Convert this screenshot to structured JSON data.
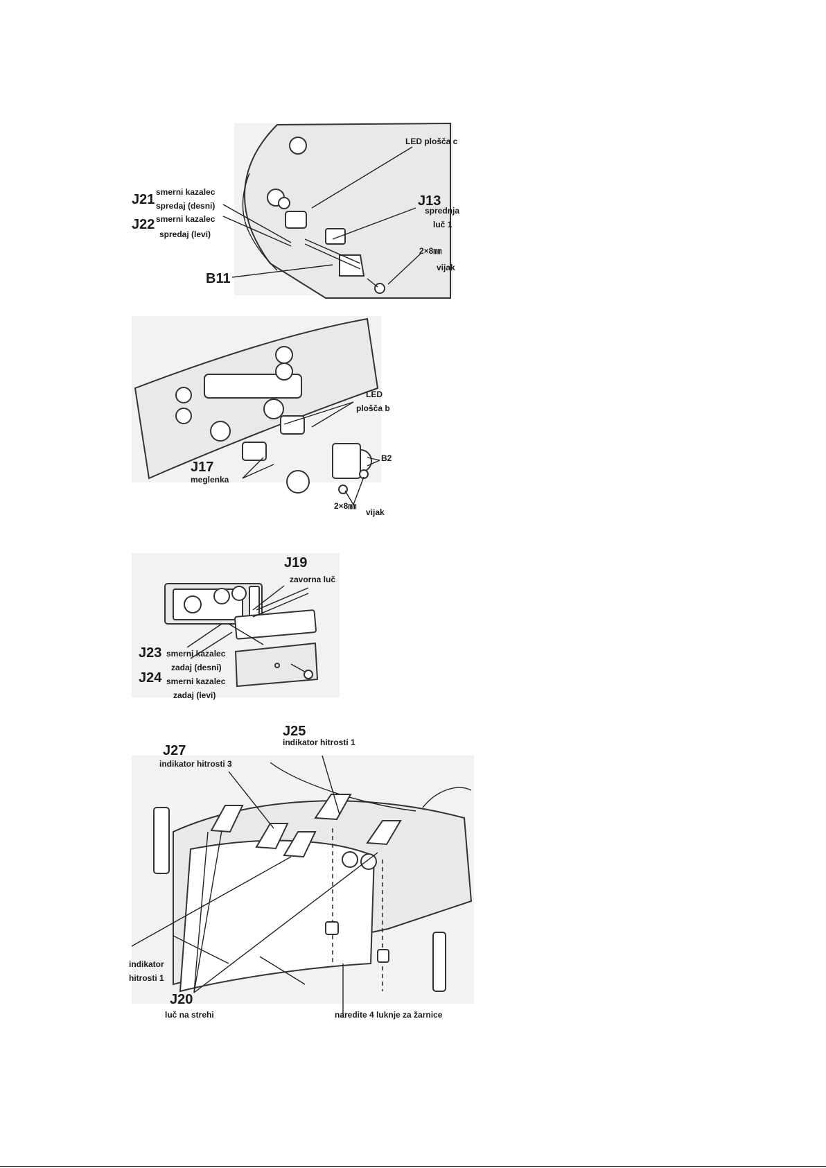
{
  "panel1": {
    "led_c": "LED plošča c",
    "j21_code": "J21",
    "j21_line1": "smerni kazalec",
    "j21_line2": "spredaj (desni)",
    "j22_code": "J22",
    "j22_line1": "smerni kazalec",
    "j22_line2": "spredaj (levi)",
    "j13_code": "J13",
    "j13_line1": "sprednja",
    "j13_line2": "luč 1",
    "screw_size": "2×8㎜",
    "screw_label": "vijak",
    "b11_code": "B11"
  },
  "panel2": {
    "led_b_line1": "LED",
    "led_b_line2": "plošča b",
    "b2_code": "B2",
    "j17_code": "J17",
    "j17_label": "meglenka",
    "screw_size": "2×8㎜",
    "screw_label": "vijak"
  },
  "panel3": {
    "j19_code": "J19",
    "j19_label": "zavorna luč",
    "j23_code": "J23",
    "j23_line1": "smerni kazalec",
    "j23_line2": "zadaj (desni)",
    "j24_code": "J24",
    "j24_line1": "smerni kazalec",
    "j24_line2": "zadaj (levi)"
  },
  "panel4": {
    "j25_code": "J25",
    "j25_label": "indikator hitrosti 1",
    "j27_code": "J27",
    "j27_label": "indikator hitrosti 3",
    "left_line1": "indikator",
    "left_line2": "hitrosti 1",
    "j20_code": "J20",
    "j20_label": "luč na strehi",
    "holes_label": "naredite 4 luknje za žarnice"
  }
}
